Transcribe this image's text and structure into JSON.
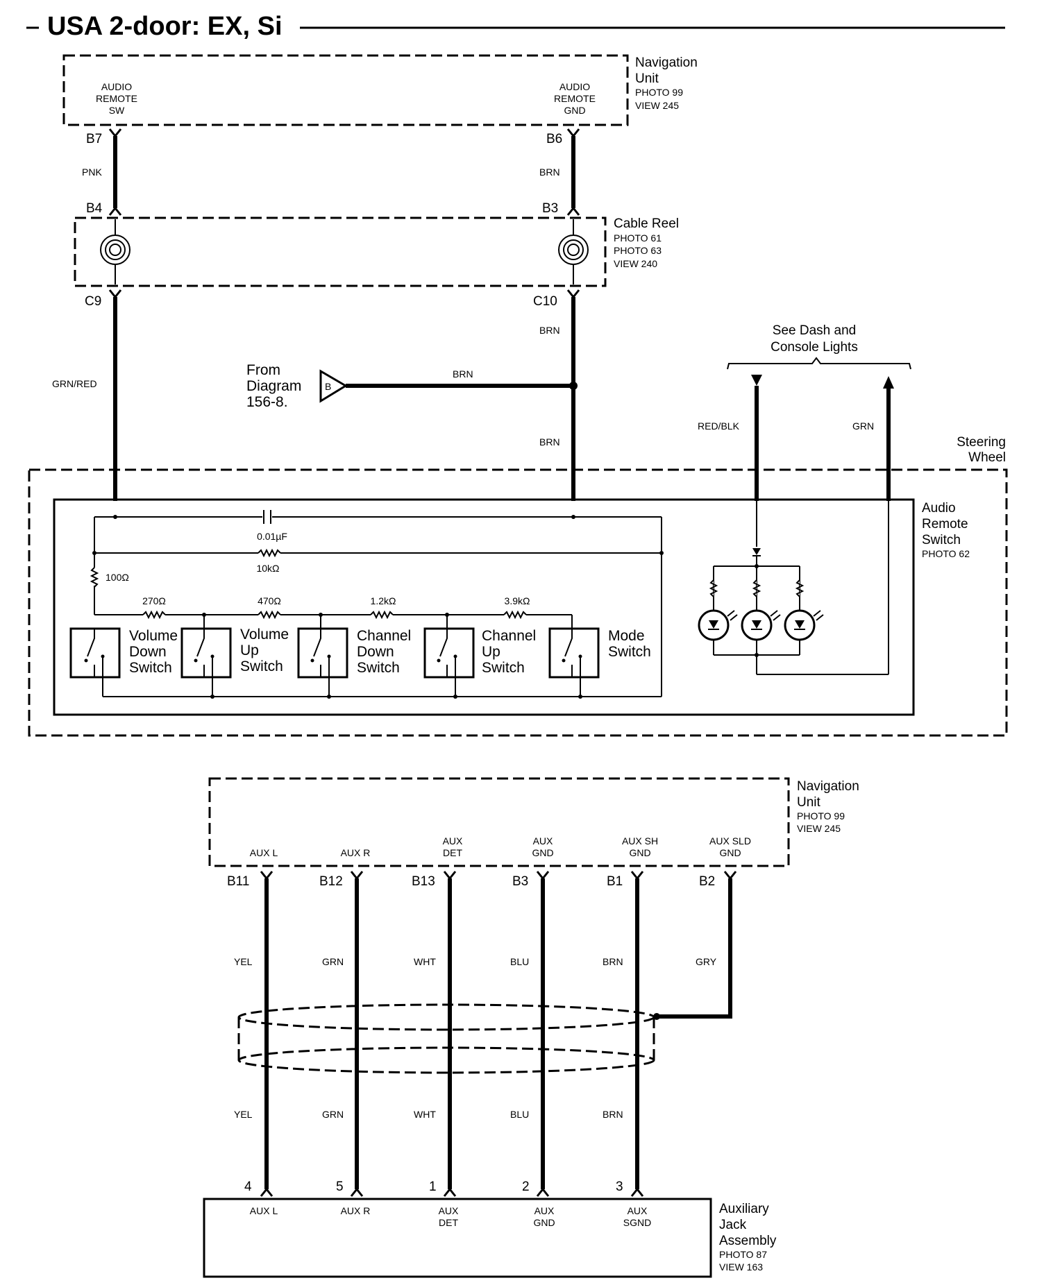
{
  "title": "USA 2-door: EX, Si",
  "top": {
    "nav_unit": {
      "lines": [
        "Navigation",
        "Unit"
      ],
      "photo": "PHOTO 99",
      "view": "VIEW 245"
    },
    "pins_left": [
      "AUDIO",
      "REMOTE",
      "SW"
    ],
    "pins_right": [
      "AUDIO",
      "REMOTE",
      "GND"
    ],
    "b7": "B7",
    "b6": "B6",
    "pnk": "PNK",
    "brn1": "BRN",
    "b4": "B4",
    "b3": "B3",
    "cable_reel": {
      "name": "Cable Reel",
      "photo1": "PHOTO 61",
      "photo2": "PHOTO 63",
      "view": "VIEW 240"
    },
    "c9": "C9",
    "c10": "C10",
    "brn2": "BRN",
    "grnred": "GRN/RED",
    "from_lines": [
      "From",
      "Diagram",
      "156-8."
    ],
    "tri": "B",
    "brn_h": "BRN",
    "brn3": "BRN",
    "see_lines": [
      "See Dash and",
      "Console Lights"
    ],
    "redblk": "RED/BLK",
    "grn": "GRN",
    "steering": [
      "Steering",
      "Wheel"
    ],
    "ars": {
      "lines": [
        "Audio",
        "Remote",
        "Switch"
      ],
      "photo": "PHOTO 62"
    },
    "cap": "0.01µF",
    "r10k": "10kΩ",
    "r100": "100Ω",
    "r270": "270Ω",
    "r470": "470Ω",
    "r1k2": "1.2kΩ",
    "r3k9": "3.9kΩ",
    "switches": [
      [
        "Volume",
        "Down",
        "Switch"
      ],
      [
        "Volume",
        "Up",
        "Switch"
      ],
      [
        "Channel",
        "Down",
        "Switch"
      ],
      [
        "Channel",
        "Up",
        "Switch"
      ],
      [
        "Mode",
        "Switch"
      ]
    ]
  },
  "bottom": {
    "nav_unit": {
      "lines": [
        "Navigation",
        "Unit"
      ],
      "photo": "PHOTO 99",
      "view": "VIEW 245"
    },
    "pins": [
      {
        "label": [
          "AUX L"
        ],
        "conn": "B11",
        "color": "YEL"
      },
      {
        "label": [
          "AUX R"
        ],
        "conn": "B12",
        "color": "GRN"
      },
      {
        "label": [
          "AUX",
          "DET"
        ],
        "conn": "B13",
        "color": "WHT"
      },
      {
        "label": [
          "AUX",
          "GND"
        ],
        "conn": "B3",
        "color": "BLU"
      },
      {
        "label": [
          "AUX SH",
          "GND"
        ],
        "conn": "B1",
        "color": "BRN"
      },
      {
        "label": [
          "AUX SLD",
          "GND"
        ],
        "conn": "B2",
        "color": "GRY"
      }
    ],
    "jack_pins": [
      {
        "num": "4",
        "label": [
          "AUX L"
        ]
      },
      {
        "num": "5",
        "label": [
          "AUX R"
        ]
      },
      {
        "num": "1",
        "label": [
          "AUX",
          "DET"
        ]
      },
      {
        "num": "2",
        "label": [
          "AUX",
          "GND"
        ]
      },
      {
        "num": "3",
        "label": [
          "AUX",
          "SGND"
        ]
      }
    ],
    "jack": {
      "lines": [
        "Auxiliary",
        "Jack",
        "Assembly"
      ],
      "photo": "PHOTO 87",
      "view": "VIEW 163"
    }
  }
}
